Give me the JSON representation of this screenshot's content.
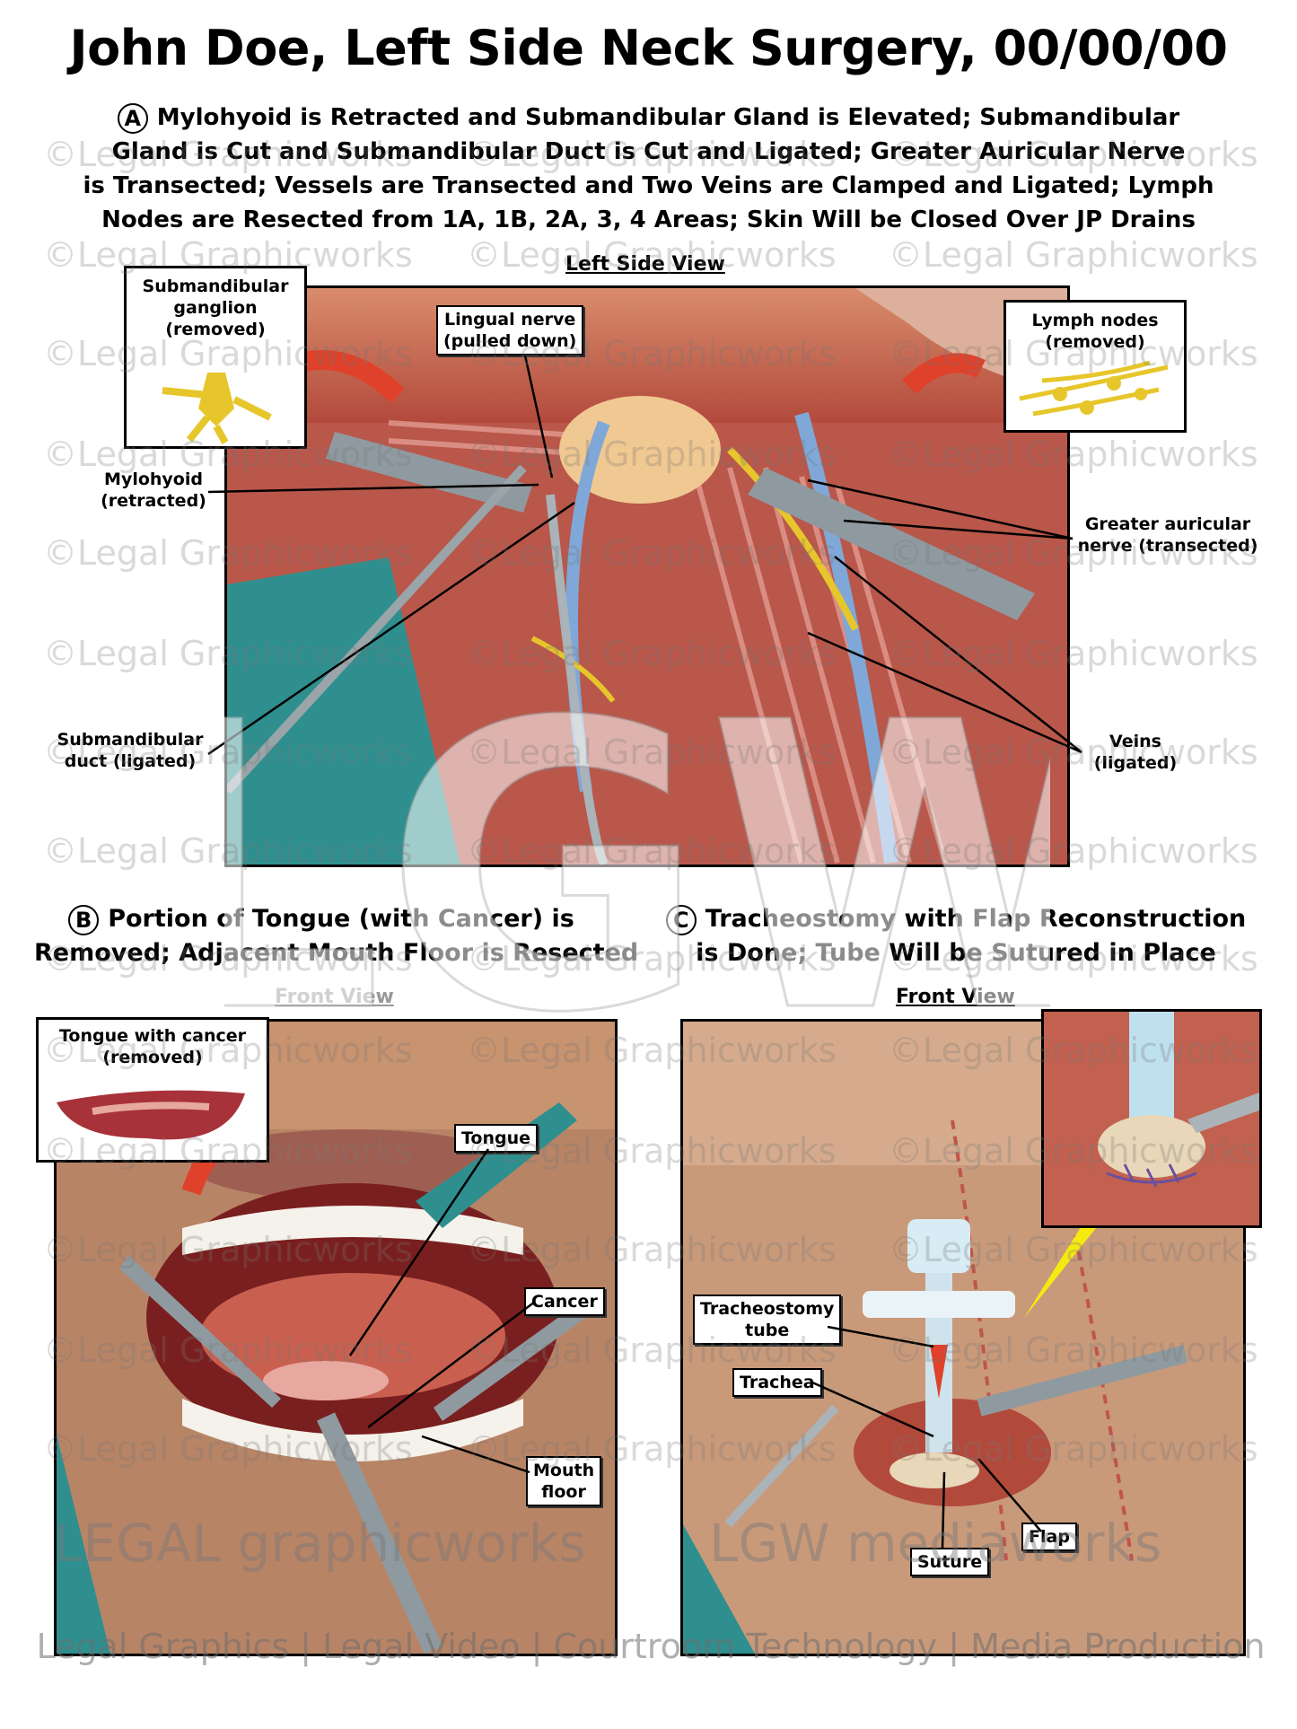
{
  "title": "John Doe, Left Side Neck Surgery, 00/00/00",
  "panel_a": {
    "letter": "A",
    "caption_lines": [
      "Mylohyoid is Retracted and Submandibular Gland is Elevated; Submandibular",
      "Gland is Cut and Submandibular Duct is Cut and Ligated; Greater Auricular Nerve",
      "is Transected; Vessels are Transected and Two Veins are Clamped and Ligated; Lymph",
      "Nodes are Resected from 1A, 1B, 2A, 3, 4 Areas; Skin Will be Closed Over JP Drains"
    ],
    "view": "Left Side View",
    "inset_left": [
      "Submandibular",
      "ganglion",
      "(removed)"
    ],
    "inset_right": [
      "Lymph nodes",
      "(removed)"
    ],
    "labels": {
      "lingual_nerve": [
        "Lingual nerve",
        "(pulled down)"
      ],
      "mylohyoid": [
        "Mylohyoid",
        "(retracted)"
      ],
      "greater_auricular": [
        "Greater auricular",
        "nerve (transected)"
      ],
      "submandibular_duct": [
        "Submandibular",
        "duct (ligated)"
      ],
      "veins": [
        "Veins",
        "(ligated)"
      ]
    }
  },
  "panel_b": {
    "letter": "B",
    "caption_lines": [
      "Portion of Tongue (with Cancer) is",
      "Removed; Adjacent Mouth Floor is Resected"
    ],
    "view": "Front View",
    "inset": [
      "Tongue with cancer",
      "(removed)"
    ],
    "labels": {
      "tongue": "Tongue",
      "cancer": "Cancer",
      "mouth_floor": [
        "Mouth",
        "floor"
      ]
    }
  },
  "panel_c": {
    "letter": "C",
    "caption_lines": [
      "Tracheostomy with Flap Reconstruction",
      "is Done; Tube Will be Sutured in Place"
    ],
    "view": "Front View",
    "labels": {
      "tracheostomy_tube": [
        "Tracheostomy",
        "tube"
      ],
      "trachea": "Trachea",
      "suture": "Suture",
      "flap": "Flap"
    }
  },
  "watermark": {
    "text": "©Legal Graphicworks",
    "logo": "LGW",
    "brand_left": "LEGAL graphicworks",
    "brand_right": "LGW mediaworks",
    "footer": "Legal Graphics | Legal Video | Courtroom Technology | Media Production"
  },
  "colors": {
    "tissue": "#c9604f",
    "muscle": "#b8473e",
    "skin": "#d9a27d",
    "nerve": "#e6c62a",
    "vein": "#7fa8d8",
    "drape": "#2f8f8f",
    "arrow": "#e0412a",
    "pointer": "#f5ea10"
  }
}
